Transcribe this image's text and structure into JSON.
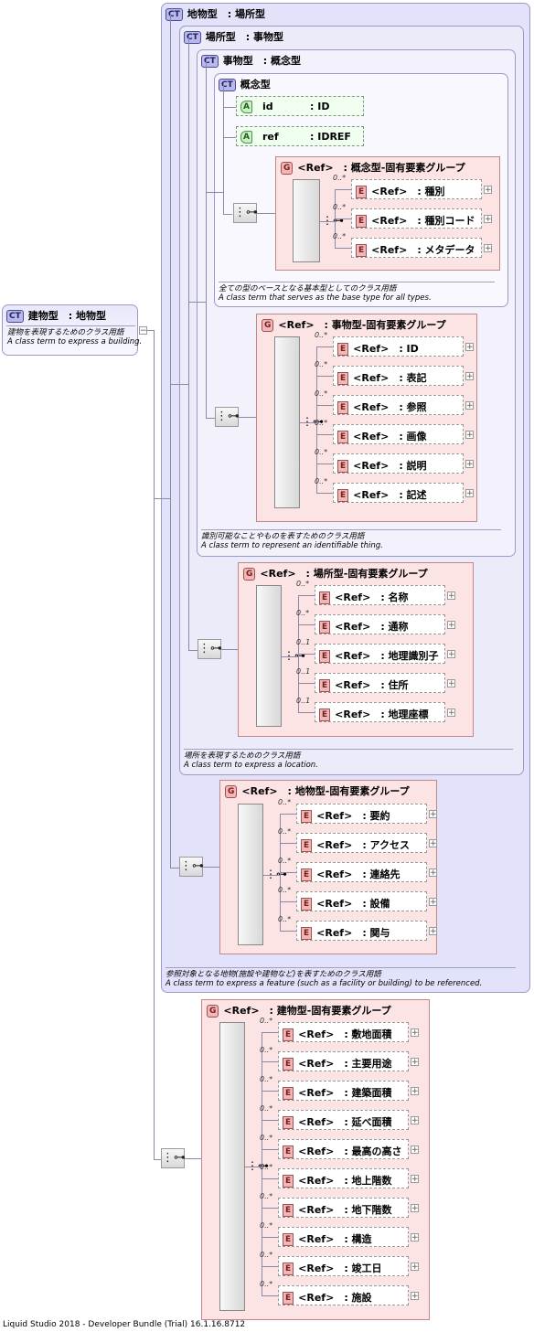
{
  "root": {
    "badge": "CT",
    "title": "建物型　: 地物型",
    "desc_ja": "建物を表現するためのクラス用語",
    "desc_en": "A class term to express a building."
  },
  "ct_feature": {
    "badge": "CT",
    "title": "地物型　: 場所型",
    "desc_ja": "参照対象となる地物(施設や建物など)を表すためのクラス用語",
    "desc_en": "A class term to express a feature (such as a facility or building) to be referenced."
  },
  "ct_place": {
    "badge": "CT",
    "title": "場所型　: 事物型",
    "desc_ja": "場所を表現するためのクラス用語",
    "desc_en": "A class term to express a location."
  },
  "ct_thing": {
    "badge": "CT",
    "title": "事物型　: 概念型",
    "desc_ja": "識別可能なことやものを表すためのクラス用語",
    "desc_en": "A class term to represent an identifiable thing."
  },
  "ct_concept": {
    "badge": "CT",
    "title": "概念型",
    "desc_ja": "全ての型のベースとなる基本型としてのクラス用語",
    "desc_en": "A class term that serves as the base type for all types.",
    "attributes": [
      {
        "badge": "A",
        "name": "id",
        "type": ": ID"
      },
      {
        "badge": "A",
        "name": "ref",
        "type": ": IDREF"
      }
    ]
  },
  "groups": {
    "concept": {
      "badge": "G",
      "title": "<Ref>　: 概念型-固有要素グループ",
      "elements": [
        {
          "card": "0..*",
          "badge": "E",
          "ref": "<Ref>",
          "name": ": 種別"
        },
        {
          "card": "0..*",
          "badge": "E",
          "ref": "<Ref>",
          "name": ": 種別コード"
        },
        {
          "card": "0..*",
          "badge": "E",
          "ref": "<Ref>",
          "name": ": メタデータ"
        }
      ]
    },
    "thing": {
      "badge": "G",
      "title": "<Ref>　: 事物型-固有要素グループ",
      "elements": [
        {
          "card": "0..*",
          "badge": "E",
          "ref": "<Ref>",
          "name": ": ID"
        },
        {
          "card": "0..*",
          "badge": "E",
          "ref": "<Ref>",
          "name": ": 表記"
        },
        {
          "card": "0..*",
          "badge": "E",
          "ref": "<Ref>",
          "name": ": 参照"
        },
        {
          "card": "0..*",
          "badge": "E",
          "ref": "<Ref>",
          "name": ": 画像"
        },
        {
          "card": "0..*",
          "badge": "E",
          "ref": "<Ref>",
          "name": ": 説明"
        },
        {
          "card": "0..*",
          "badge": "E",
          "ref": "<Ref>",
          "name": ": 記述"
        }
      ]
    },
    "place": {
      "badge": "G",
      "title": "<Ref>　: 場所型-固有要素グループ",
      "elements": [
        {
          "card": "0..*",
          "badge": "E",
          "ref": "<Ref>",
          "name": ": 名称"
        },
        {
          "card": "0..*",
          "badge": "E",
          "ref": "<Ref>",
          "name": ": 通称"
        },
        {
          "card": "0..1",
          "badge": "E",
          "ref": "<Ref>",
          "name": ": 地理識別子"
        },
        {
          "card": "0..1",
          "badge": "E",
          "ref": "<Ref>",
          "name": ": 住所"
        },
        {
          "card": "0..1",
          "badge": "E",
          "ref": "<Ref>",
          "name": ": 地理座標"
        }
      ]
    },
    "feature": {
      "badge": "G",
      "title": "<Ref>　: 地物型-固有要素グループ",
      "elements": [
        {
          "card": "0..*",
          "badge": "E",
          "ref": "<Ref>",
          "name": ": 要約"
        },
        {
          "card": "0..*",
          "badge": "E",
          "ref": "<Ref>",
          "name": ": アクセス"
        },
        {
          "card": "0..*",
          "badge": "E",
          "ref": "<Ref>",
          "name": ": 連絡先"
        },
        {
          "card": "0..*",
          "badge": "E",
          "ref": "<Ref>",
          "name": ": 設備"
        },
        {
          "card": "0..*",
          "badge": "E",
          "ref": "<Ref>",
          "name": ": 関与"
        }
      ]
    },
    "building": {
      "badge": "G",
      "title": "<Ref>　: 建物型-固有要素グループ",
      "elements": [
        {
          "card": "0..*",
          "badge": "E",
          "ref": "<Ref>",
          "name": ": 敷地面積"
        },
        {
          "card": "0..*",
          "badge": "E",
          "ref": "<Ref>",
          "name": ": 主要用途"
        },
        {
          "card": "0..*",
          "badge": "E",
          "ref": "<Ref>",
          "name": ": 建築面積"
        },
        {
          "card": "0..*",
          "badge": "E",
          "ref": "<Ref>",
          "name": ": 延べ面積"
        },
        {
          "card": "0..*",
          "badge": "E",
          "ref": "<Ref>",
          "name": ": 最高の高さ"
        },
        {
          "card": "0..*",
          "badge": "E",
          "ref": "<Ref>",
          "name": ": 地上階数"
        },
        {
          "card": "0..*",
          "badge": "E",
          "ref": "<Ref>",
          "name": ": 地下階数"
        },
        {
          "card": "0..*",
          "badge": "E",
          "ref": "<Ref>",
          "name": ": 構造"
        },
        {
          "card": "0..*",
          "badge": "E",
          "ref": "<Ref>",
          "name": ": 竣工日"
        },
        {
          "card": "0..*",
          "badge": "E",
          "ref": "<Ref>",
          "name": ": 施設"
        }
      ]
    }
  },
  "icons": {
    "plus": "+",
    "sequence": "sequence-icon"
  },
  "footer": "Liquid Studio 2018 - Developer Bundle (Trial) 16.1.16.8712"
}
